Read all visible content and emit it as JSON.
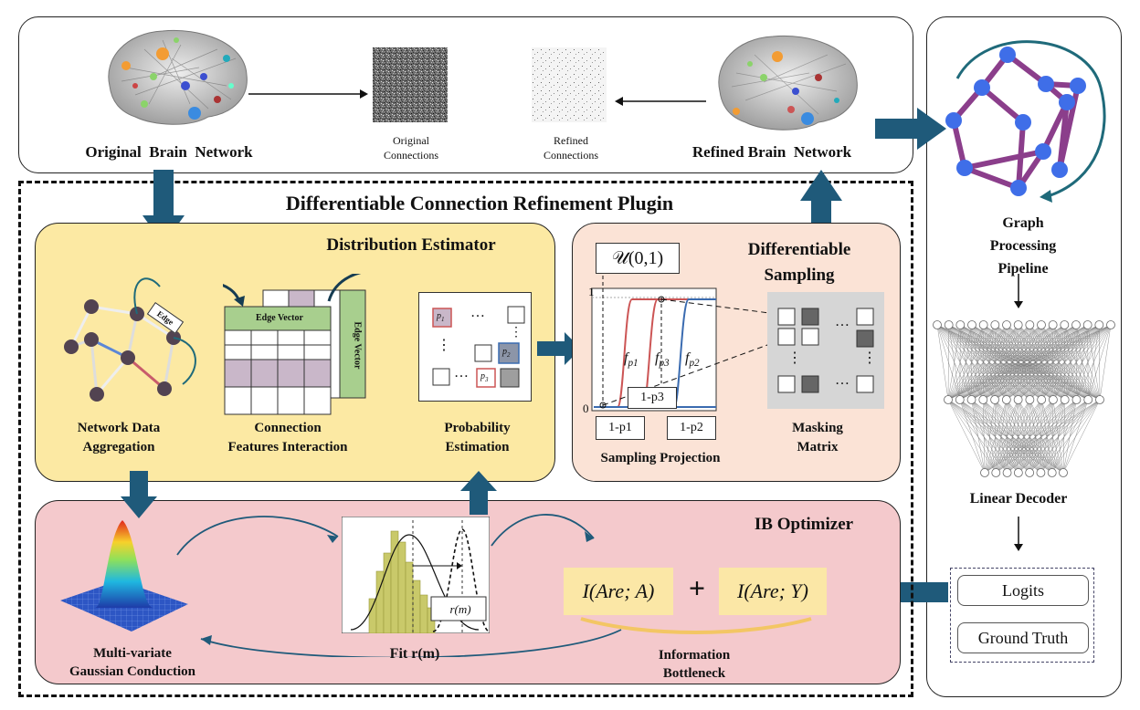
{
  "top": {
    "original_network": "Original  Brain  Network",
    "original_connections": "Original\nConnections",
    "refined_connections": "Refined\nConnections",
    "refined_network": "Refined Brain  Network"
  },
  "plugin": {
    "title": "Differentiable Connection Refinement Plugin"
  },
  "distribution_estimator": {
    "title": "Distribution Estimator",
    "network_aggregation": "Network Data\nAggregation",
    "connection_features": "Connection\nFeatures Interaction",
    "probability_estimation": "Probability\nEstimation",
    "edge_vector": "Edge Vector",
    "edge_vector_vertical": "Edge Vector",
    "edge_tag": "Edge",
    "cells": [
      "p1",
      "p2",
      "p3"
    ],
    "ellipsis": "…",
    "vdots": "⋮"
  },
  "differentiable_sampling": {
    "title": "Differentiable\nSampling",
    "uniform": "𝒰(0,1)",
    "y_one": "1",
    "y_zero": "0",
    "f_labels": [
      "fp1",
      "fp3",
      "fp2"
    ],
    "thresholds": [
      "1-p1",
      "1-p3",
      "1-p2"
    ],
    "sampling_projection": "Sampling Projection",
    "masking_matrix": "Masking\nMatrix"
  },
  "ib_optimizer": {
    "title": "IB Optimizer",
    "gaussian": "Multi-variate\nGaussian Conduction",
    "fit": "Fit r(m)",
    "r_m": "r(m)",
    "term1": "I(Are; A)",
    "plus": "+",
    "term2": "I(Are; Y)",
    "info_bottleneck": "Information\nBottleneck"
  },
  "right_panel": {
    "graph_pipeline": "Graph\nProcessing\nPipeline",
    "linear_decoder": "Linear Decoder",
    "logits": "Logits",
    "ground_truth": "Ground Truth"
  },
  "colors": {
    "arrow": "#1f5a7a",
    "yellow_panel": "#fce9a3",
    "peach_panel": "#fbe3d6",
    "pink_panel": "#f4c9cc",
    "graph_node": "#3f6ee8",
    "graph_edge": "#8b3e8b"
  }
}
